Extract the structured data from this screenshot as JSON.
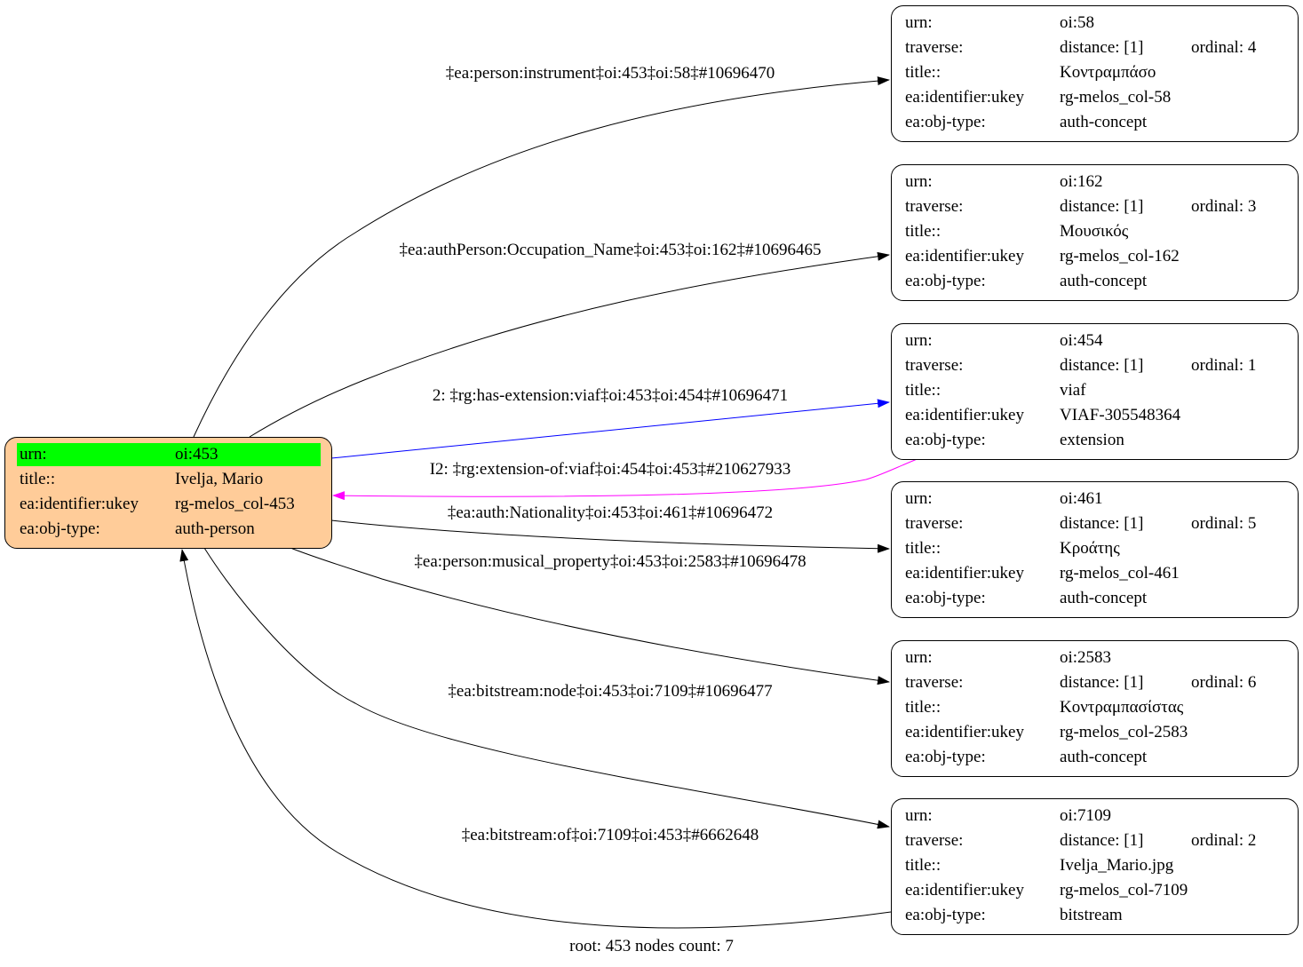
{
  "root_node": {
    "rows": [
      {
        "key": "urn:",
        "value": "oi:453"
      },
      {
        "key": "title::",
        "value": "Ivelja, Mario"
      },
      {
        "key": "ea:identifier:ukey",
        "value": "rg-melos_col-453"
      },
      {
        "key": "ea:obj-type:",
        "value": "auth-person"
      }
    ],
    "fill_color": "#ffcc99",
    "highlight_color": "#00ff00"
  },
  "nodes": [
    {
      "urn": "oi:58",
      "distance": "distance: [1]",
      "ordinal": "ordinal: 4",
      "title": "Κοντραμπάσο",
      "ukey": "rg-melos_col-58",
      "objtype": "auth-concept"
    },
    {
      "urn": "oi:162",
      "distance": "distance: [1]",
      "ordinal": "ordinal: 3",
      "title": "Μουσικός",
      "ukey": "rg-melos_col-162",
      "objtype": "auth-concept"
    },
    {
      "urn": "oi:454",
      "distance": "distance: [1]",
      "ordinal": "ordinal: 1",
      "title": "viaf",
      "ukey": "VIAF-305548364",
      "objtype": "extension"
    },
    {
      "urn": "oi:461",
      "distance": "distance: [1]",
      "ordinal": "ordinal: 5",
      "title": "Κροάτης",
      "ukey": "rg-melos_col-461",
      "objtype": "auth-concept"
    },
    {
      "urn": "oi:2583",
      "distance": "distance: [1]",
      "ordinal": "ordinal: 6",
      "title": "Κοντραμπασίστας",
      "ukey": "rg-melos_col-2583",
      "objtype": "auth-concept"
    },
    {
      "urn": "oi:7109",
      "distance": "distance: [1]",
      "ordinal": "ordinal: 2",
      "title": "Ivelja_Mario.jpg",
      "ukey": "rg-melos_col-7109",
      "objtype": "bitstream"
    }
  ],
  "node_keys": {
    "urn": "urn:",
    "traverse": "traverse:",
    "title": "title::",
    "ukey": "ea:identifier:ukey",
    "objtype": "ea:obj-type:"
  },
  "edges": [
    {
      "label": "‡ea:person:instrument‡oi:453‡oi:58‡#10696470",
      "color": "#000000"
    },
    {
      "label": "‡ea:authPerson:Occupation_Name‡oi:453‡oi:162‡#10696465",
      "color": "#000000"
    },
    {
      "label": "2: ‡rg:has-extension:viaf‡oi:453‡oi:454‡#10696471",
      "color": "#0000ff"
    },
    {
      "label": "I2: ‡rg:extension-of:viaf‡oi:454‡oi:453‡#210627933",
      "color": "#ff00ff"
    },
    {
      "label": "‡ea:auth:Nationality‡oi:453‡oi:461‡#10696472",
      "color": "#000000"
    },
    {
      "label": "‡ea:person:musical_property‡oi:453‡oi:2583‡#10696478",
      "color": "#000000"
    },
    {
      "label": "‡ea:bitstream:node‡oi:453‡oi:7109‡#10696477",
      "color": "#000000"
    },
    {
      "label": "‡ea:bitstream:of‡oi:7109‡oi:453‡#6662648",
      "color": "#000000"
    }
  ],
  "footer": "root: 453 nodes count: 7"
}
